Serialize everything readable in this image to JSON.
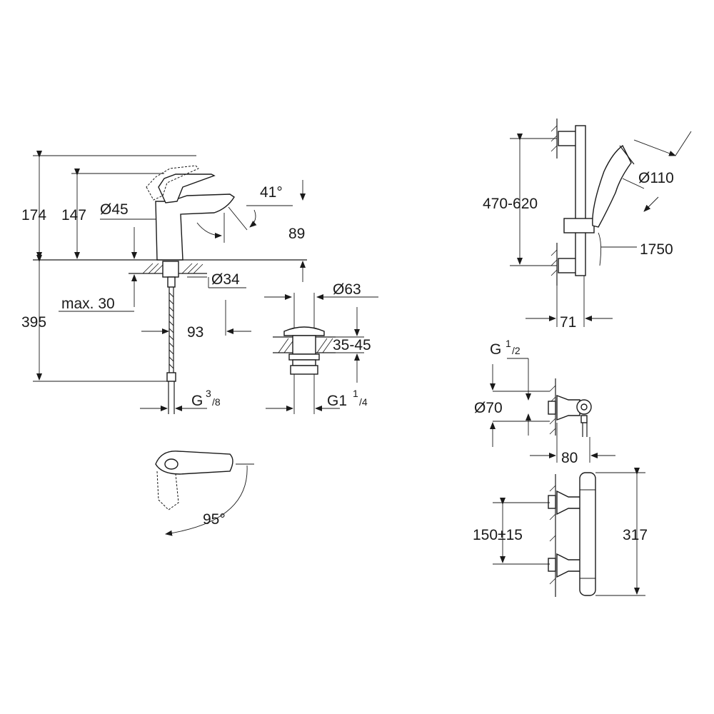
{
  "faucet": {
    "height_total": "174",
    "height_spout": "147",
    "diameter_body": "Ø45",
    "spout_angle": "41°",
    "spout_clearance": "89",
    "hole_diameter": "Ø34",
    "max_thickness": "max. 30",
    "hose_length": "395",
    "hose_offset": "93",
    "connection_g": "G",
    "connection_sup": "3",
    "connection_sub": "/8"
  },
  "waste": {
    "diameter": "Ø63",
    "thickness": "35-45",
    "connection_g": "G1",
    "connection_sup": "1",
    "connection_sub": "/4"
  },
  "lever": {
    "rotation_angle": "95°"
  },
  "shower_rail": {
    "bracket_spacing": "470-620",
    "head_diameter": "Ø110",
    "hose_length": "1750",
    "wall_offset": "71"
  },
  "thermostat_side": {
    "connection_g": "G",
    "connection_sup": "1",
    "connection_sub": "/2",
    "diameter": "Ø70",
    "depth": "80"
  },
  "thermostat_front": {
    "inlet_spacing": "150±15",
    "height": "317"
  }
}
